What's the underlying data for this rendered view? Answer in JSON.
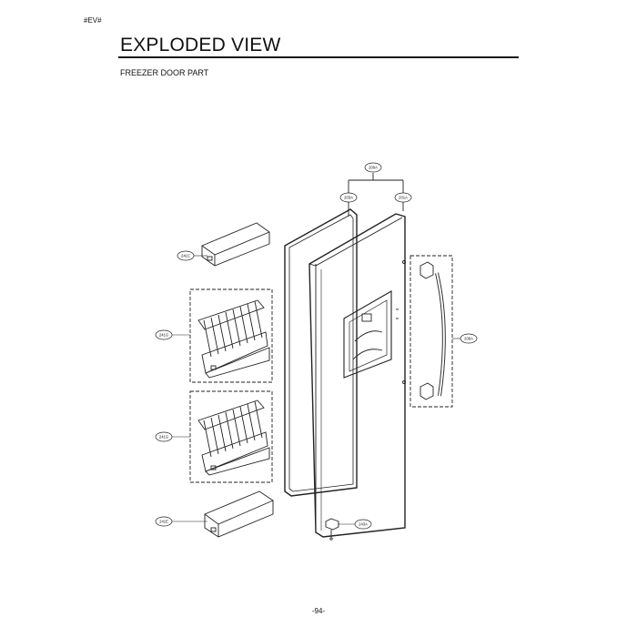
{
  "page": {
    "tag": "#EV#",
    "title": "EXPLODED VIEW",
    "subtitle": "FREEZER DOOR PART",
    "page_number": "-94-"
  },
  "callouts": [
    {
      "id": "200A"
    },
    {
      "id": "203A"
    },
    {
      "id": "201A"
    },
    {
      "id": "241C"
    },
    {
      "id": "241G"
    },
    {
      "id": "241G"
    },
    {
      "id": "241E"
    },
    {
      "id": "206A"
    },
    {
      "id": "243A"
    }
  ]
}
